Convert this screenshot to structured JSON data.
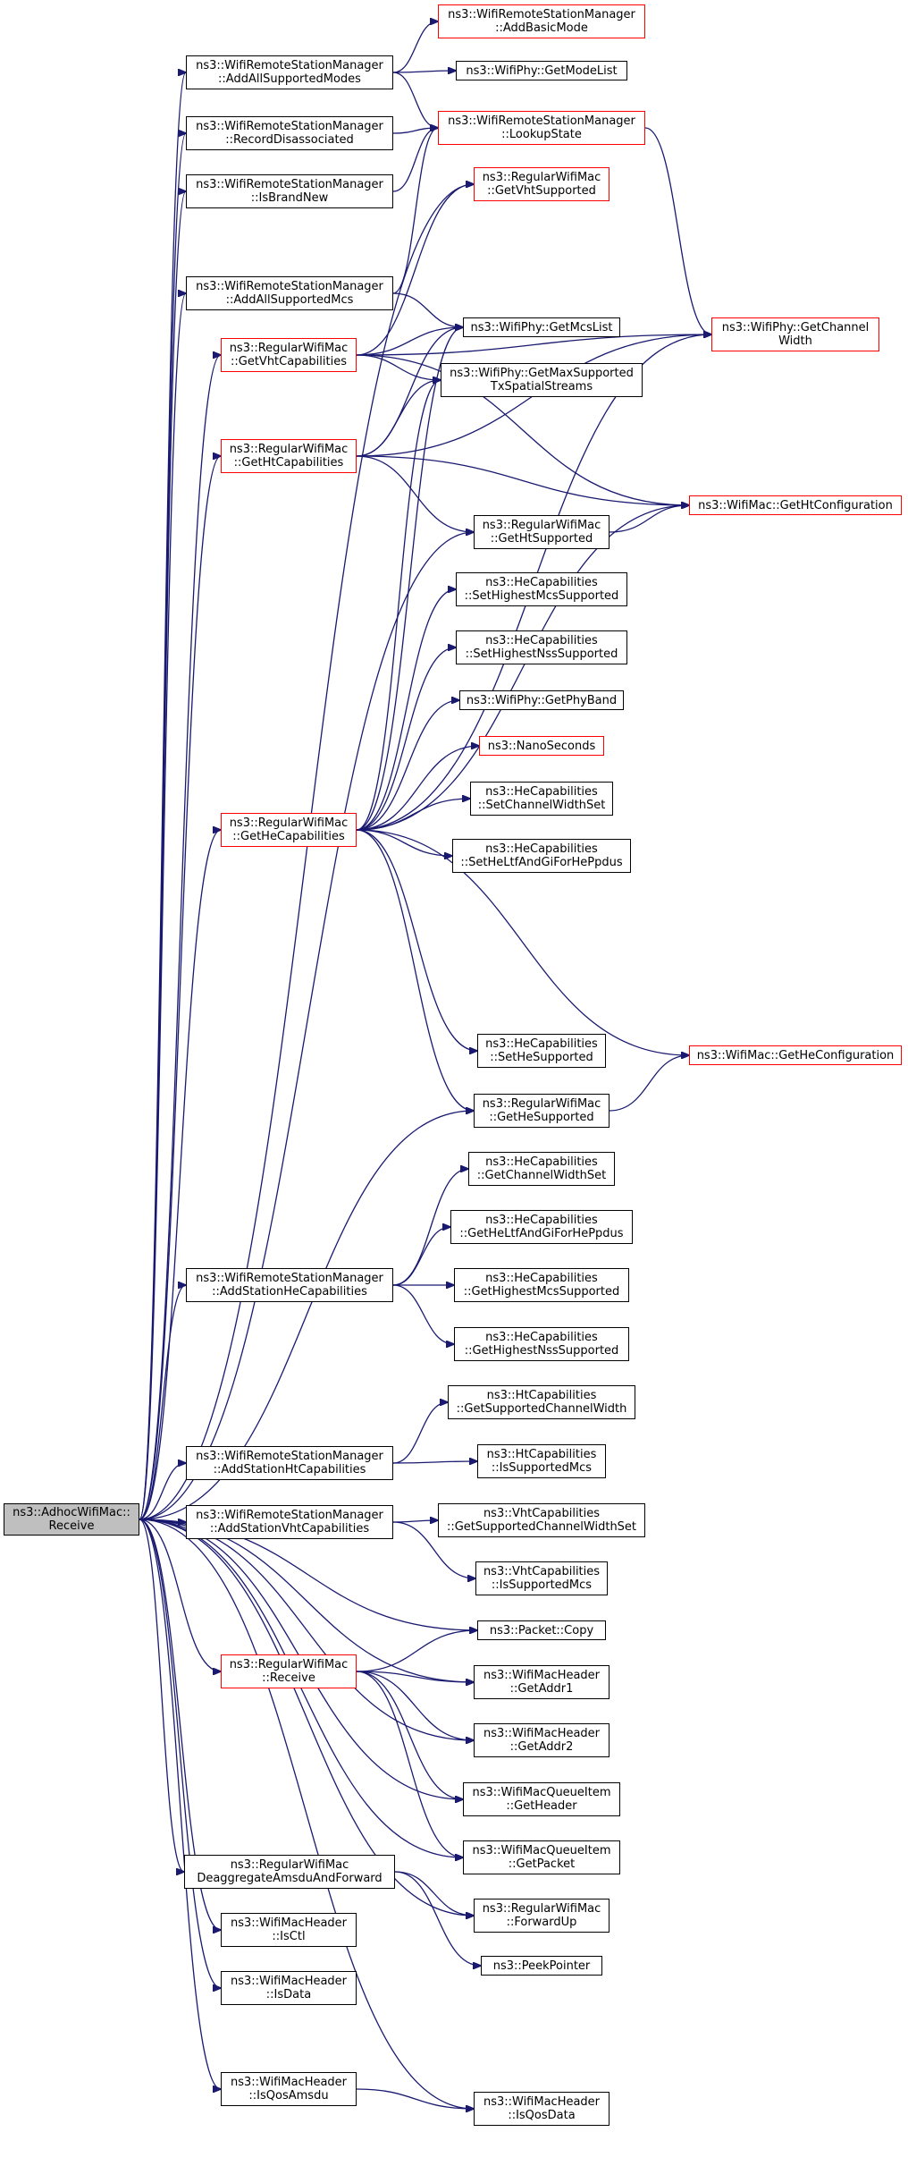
{
  "colors": {
    "edge": "#191970",
    "node_border": "#000000",
    "truncated_border": "#ff0000",
    "root_fill": "#bfbfbf",
    "background": "#ffffff"
  },
  "nodes": {
    "root": [
      "ns3::AdhocWifiMac::",
      "Receive"
    ],
    "addAllSupportedModes": [
      "ns3::WifiRemoteStationManager",
      "::AddAllSupportedModes"
    ],
    "addBasicMode": [
      "ns3::WifiRemoteStationManager",
      "::AddBasicMode"
    ],
    "getModeList": [
      "ns3::WifiPhy::GetModeList"
    ],
    "lookupState": [
      "ns3::WifiRemoteStationManager",
      "::LookupState"
    ],
    "recordDisassociated": [
      "ns3::WifiRemoteStationManager",
      "::RecordDisassociated"
    ],
    "isBrandNew": [
      "ns3::WifiRemoteStationManager",
      "::IsBrandNew"
    ],
    "getVhtSupported": [
      "ns3::RegularWifiMac",
      "::GetVhtSupported"
    ],
    "addAllSupportedMcs": [
      "ns3::WifiRemoteStationManager",
      "::AddAllSupportedMcs"
    ],
    "getChannelWidth": [
      "ns3::WifiPhy::GetChannel",
      "Width"
    ],
    "getVhtCapabilities": [
      "ns3::RegularWifiMac",
      "::GetVhtCapabilities"
    ],
    "getMcsList": [
      "ns3::WifiPhy::GetMcsList"
    ],
    "getMaxSupportedTx": [
      "ns3::WifiPhy::GetMaxSupported",
      "TxSpatialStreams"
    ],
    "getHtCapabilities": [
      "ns3::RegularWifiMac",
      "::GetHtCapabilities"
    ],
    "getHtConfiguration": [
      "ns3::WifiMac::GetHtConfiguration"
    ],
    "getHtSupported": [
      "ns3::RegularWifiMac",
      "::GetHtSupported"
    ],
    "setHighestMcs": [
      "ns3::HeCapabilities",
      "::SetHighestMcsSupported"
    ],
    "setHighestNss": [
      "ns3::HeCapabilities",
      "::SetHighestNssSupported"
    ],
    "getPhyBand": [
      "ns3::WifiPhy::GetPhyBand"
    ],
    "nanoSeconds": [
      "ns3::NanoSeconds"
    ],
    "setChannelWidthSet": [
      "ns3::HeCapabilities",
      "::SetChannelWidthSet"
    ],
    "setHeLtf": [
      "ns3::HeCapabilities",
      "::SetHeLtfAndGiForHePpdus"
    ],
    "getHeCapabilities": [
      "ns3::RegularWifiMac",
      "::GetHeCapabilities"
    ],
    "setHeSupported": [
      "ns3::HeCapabilities",
      "::SetHeSupported"
    ],
    "getHeConfiguration": [
      "ns3::WifiMac::GetHeConfiguration"
    ],
    "getHeSupported": [
      "ns3::RegularWifiMac",
      "::GetHeSupported"
    ],
    "getChannelWidthSet": [
      "ns3::HeCapabilities",
      "::GetChannelWidthSet"
    ],
    "getHeLtf": [
      "ns3::HeCapabilities",
      "::GetHeLtfAndGiForHePpdus"
    ],
    "addStationHe": [
      "ns3::WifiRemoteStationManager",
      "::AddStationHeCapabilities"
    ],
    "getHighestMcs": [
      "ns3::HeCapabilities",
      "::GetHighestMcsSupported"
    ],
    "getHighestNss": [
      "ns3::HeCapabilities",
      "::GetHighestNssSupported"
    ],
    "htGetSupportedCW": [
      "ns3::HtCapabilities",
      "::GetSupportedChannelWidth"
    ],
    "addStationHt": [
      "ns3::WifiRemoteStationManager",
      "::AddStationHtCapabilities"
    ],
    "htIsSupportedMcs": [
      "ns3::HtCapabilities",
      "::IsSupportedMcs"
    ],
    "addStationVht": [
      "ns3::WifiRemoteStationManager",
      "::AddStationVhtCapabilities"
    ],
    "vhtGetSupportedCWS": [
      "ns3::VhtCapabilities",
      "::GetSupportedChannelWidthSet"
    ],
    "vhtIsSupportedMcs": [
      "ns3::VhtCapabilities",
      "::IsSupportedMcs"
    ],
    "packetCopy": [
      "ns3::Packet::Copy"
    ],
    "regularReceive": [
      "ns3::RegularWifiMac",
      "::Receive"
    ],
    "getAddr1": [
      "ns3::WifiMacHeader",
      "::GetAddr1"
    ],
    "getAddr2": [
      "ns3::WifiMacHeader",
      "::GetAddr2"
    ],
    "getHeader": [
      "ns3::WifiMacQueueItem",
      "::GetHeader"
    ],
    "getPacket": [
      "ns3::WifiMacQueueItem",
      "::GetPacket"
    ],
    "deaggregate": [
      "ns3::RegularWifiMac",
      "DeaggregateAmsduAndForward"
    ],
    "forwardUp": [
      "ns3::RegularWifiMac",
      "::ForwardUp"
    ],
    "peekPointer": [
      "ns3::PeekPointer"
    ],
    "isCtl": [
      "ns3::WifiMacHeader",
      "::IsCtl"
    ],
    "isData": [
      "ns3::WifiMacHeader",
      "::IsData"
    ],
    "isQosAmsdu": [
      "ns3::WifiMacHeader",
      "::IsQosAmsdu"
    ],
    "isQosData": [
      "ns3::WifiMacHeader",
      "::IsQosData"
    ]
  }
}
